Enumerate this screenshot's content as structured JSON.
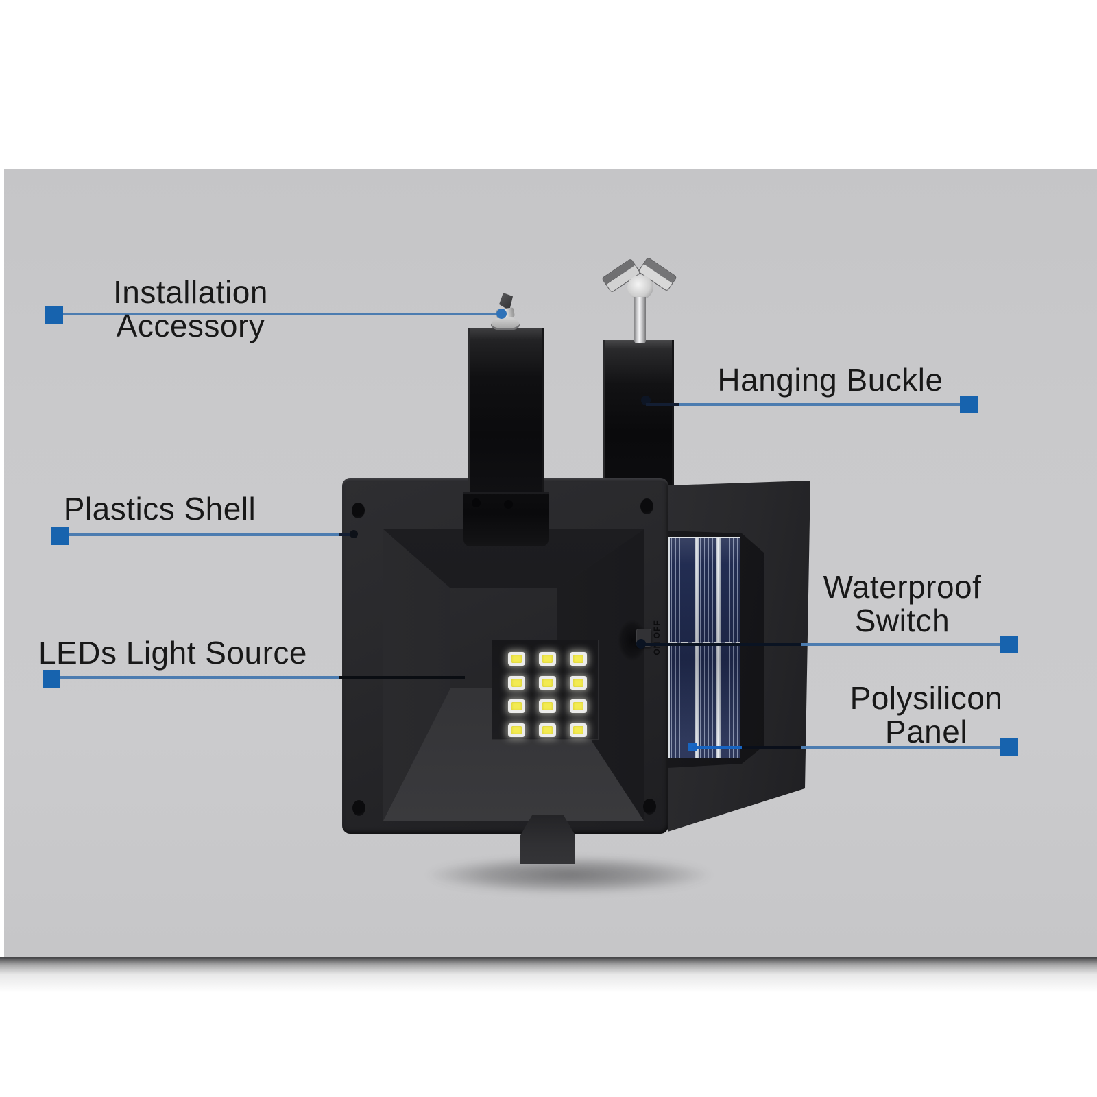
{
  "callouts": {
    "installation_accessory": {
      "label": "Installation Accessory"
    },
    "hanging_buckle": {
      "label": "Hanging Buckle"
    },
    "plastics_shell": {
      "label": "Plastics Shell"
    },
    "leds_light_source": {
      "label": "LEDs Light Source"
    },
    "waterproof_switch": {
      "label_line1": "Waterproof",
      "label_line2": "Switch"
    },
    "polysilicon_panel": {
      "label_line1": "Polysilicon",
      "label_line2": "Panel"
    }
  },
  "product": {
    "switch_label": "ON OFF",
    "led_grid": {
      "rows": 4,
      "cols": 3,
      "count": 12
    }
  },
  "colors": {
    "backdrop": "#c8c8ca",
    "marker_square": "#1763ae",
    "leader_line": "#4c7cb0",
    "leader_line_bright": "#1763c0",
    "leader_line_dark": "#131e33",
    "shell_black": "#242427",
    "solar_panel_navy": "#2a3660",
    "led_yellow": "#f2ea52"
  }
}
